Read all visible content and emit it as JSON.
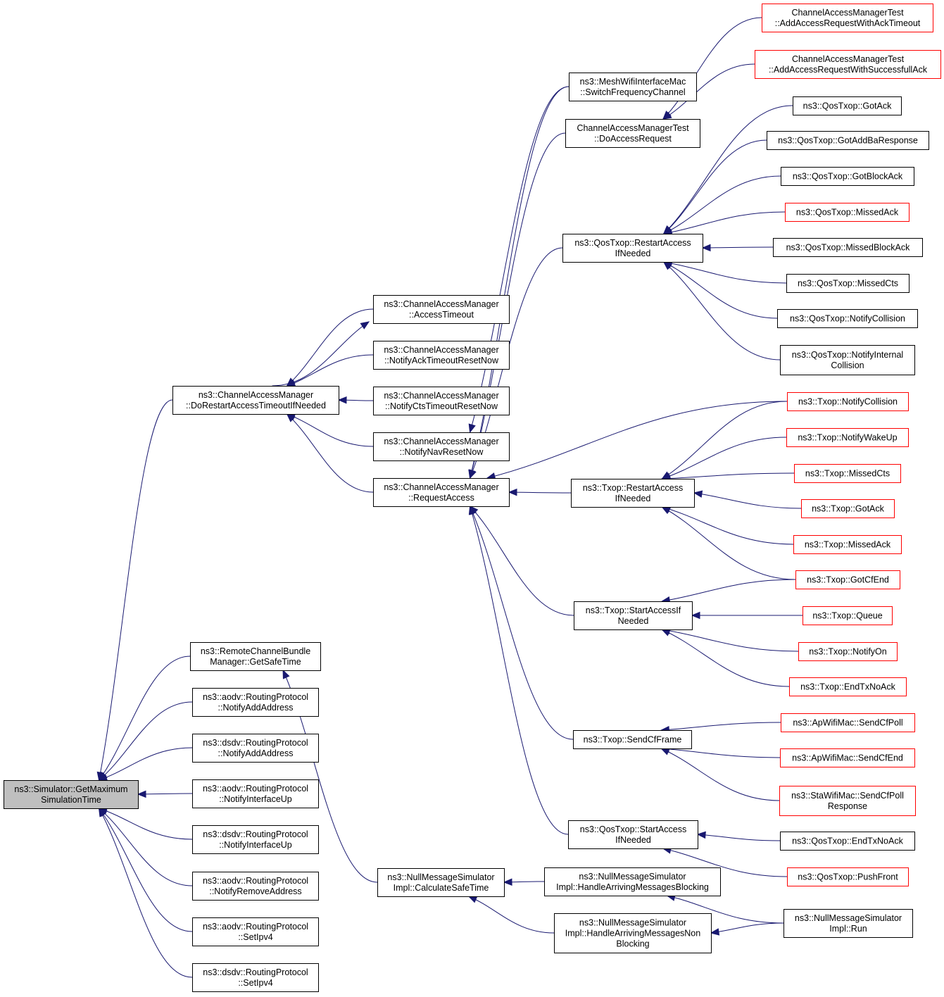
{
  "colors": {
    "edge": "#191970",
    "border": "#000000",
    "border_red": "#ff0000",
    "root_fill": "#bfbfbf",
    "background": "#ffffff"
  },
  "nodes": [
    {
      "id": "root",
      "label": [
        "ns3::Simulator::GetMaximum",
        "SimulationTime"
      ],
      "style": "root"
    },
    {
      "id": "cam_restart",
      "label": [
        "ns3::ChannelAccessManager",
        "::DoRestartAccessTimeoutIfNeeded"
      ],
      "style": "normal"
    },
    {
      "id": "remote_safe",
      "label": [
        "ns3::RemoteChannelBundle",
        "Manager::GetSafeTime"
      ],
      "style": "normal"
    },
    {
      "id": "aodv_add",
      "label": [
        "ns3::aodv::RoutingProtocol",
        "::NotifyAddAddress"
      ],
      "style": "normal"
    },
    {
      "id": "dsdv_add",
      "label": [
        "ns3::dsdv::RoutingProtocol",
        "::NotifyAddAddress"
      ],
      "style": "normal"
    },
    {
      "id": "aodv_up",
      "label": [
        "ns3::aodv::RoutingProtocol",
        "::NotifyInterfaceUp"
      ],
      "style": "normal"
    },
    {
      "id": "dsdv_up",
      "label": [
        "ns3::dsdv::RoutingProtocol",
        "::NotifyInterfaceUp"
      ],
      "style": "normal"
    },
    {
      "id": "aodv_remove",
      "label": [
        "ns3::aodv::RoutingProtocol",
        "::NotifyRemoveAddress"
      ],
      "style": "normal"
    },
    {
      "id": "aodv_ipv4",
      "label": [
        "ns3::aodv::RoutingProtocol",
        "::SetIpv4"
      ],
      "style": "normal"
    },
    {
      "id": "dsdv_ipv4",
      "label": [
        "ns3::dsdv::RoutingProtocol",
        "::SetIpv4"
      ],
      "style": "normal"
    },
    {
      "id": "cam_access_timeout",
      "label": [
        "ns3::ChannelAccessManager",
        "::AccessTimeout"
      ],
      "style": "normal"
    },
    {
      "id": "cam_ack_reset",
      "label": [
        "ns3::ChannelAccessManager",
        "::NotifyAckTimeoutResetNow"
      ],
      "style": "normal"
    },
    {
      "id": "cam_cts_reset",
      "label": [
        "ns3::ChannelAccessManager",
        "::NotifyCtsTimeoutResetNow"
      ],
      "style": "normal"
    },
    {
      "id": "cam_nav_reset",
      "label": [
        "ns3::ChannelAccessManager",
        "::NotifyNavResetNow"
      ],
      "style": "normal"
    },
    {
      "id": "cam_request",
      "label": [
        "ns3::ChannelAccessManager",
        "::RequestAccess"
      ],
      "style": "normal"
    },
    {
      "id": "nms_calc",
      "label": [
        "ns3::NullMessageSimulator",
        "Impl::CalculateSafeTime"
      ],
      "style": "normal"
    },
    {
      "id": "mesh_switch",
      "label": [
        "ns3::MeshWifiInterfaceMac",
        "::SwitchFrequencyChannel"
      ],
      "style": "normal"
    },
    {
      "id": "camt_do",
      "label": [
        "ChannelAccessManagerTest",
        "::DoAccessRequest"
      ],
      "style": "normal"
    },
    {
      "id": "qos_restart",
      "label": [
        "ns3::QosTxop::RestartAccess",
        "IfNeeded"
      ],
      "style": "normal"
    },
    {
      "id": "txop_restart",
      "label": [
        "ns3::Txop::RestartAccess",
        "IfNeeded"
      ],
      "style": "normal"
    },
    {
      "id": "txop_start",
      "label": [
        "ns3::Txop::StartAccessIf",
        "Needed"
      ],
      "style": "normal"
    },
    {
      "id": "txop_sendcf",
      "label": [
        "ns3::Txop::SendCfFrame"
      ],
      "style": "normal"
    },
    {
      "id": "qos_start",
      "label": [
        "ns3::QosTxop::StartAccess",
        "IfNeeded"
      ],
      "style": "normal"
    },
    {
      "id": "nms_block",
      "label": [
        "ns3::NullMessageSimulator",
        "Impl::HandleArrivingMessagesBlocking"
      ],
      "style": "normal"
    },
    {
      "id": "nms_nonblock",
      "label": [
        "ns3::NullMessageSimulator",
        "Impl::HandleArrivingMessagesNon",
        "Blocking"
      ],
      "style": "normal"
    },
    {
      "id": "camt_ack_timeout",
      "label": [
        "ChannelAccessManagerTest",
        "::AddAccessRequestWithAckTimeout"
      ],
      "style": "red"
    },
    {
      "id": "camt_success_ack",
      "label": [
        "ChannelAccessManagerTest",
        "::AddAccessRequestWithSuccessfullAck"
      ],
      "style": "red"
    },
    {
      "id": "qos_gotack",
      "label": [
        "ns3::QosTxop::GotAck"
      ],
      "style": "normal"
    },
    {
      "id": "qos_gotaddba",
      "label": [
        "ns3::QosTxop::GotAddBaResponse"
      ],
      "style": "normal"
    },
    {
      "id": "qos_gotblockack",
      "label": [
        "ns3::QosTxop::GotBlockAck"
      ],
      "style": "normal"
    },
    {
      "id": "qos_missedack",
      "label": [
        "ns3::QosTxop::MissedAck"
      ],
      "style": "red"
    },
    {
      "id": "qos_missedblockack",
      "label": [
        "ns3::QosTxop::MissedBlockAck"
      ],
      "style": "normal"
    },
    {
      "id": "qos_missedcts",
      "label": [
        "ns3::QosTxop::MissedCts"
      ],
      "style": "normal"
    },
    {
      "id": "qos_notifycollision",
      "label": [
        "ns3::QosTxop::NotifyCollision"
      ],
      "style": "normal"
    },
    {
      "id": "qos_notifyinternal",
      "label": [
        "ns3::QosTxop::NotifyInternal",
        "Collision"
      ],
      "style": "normal"
    },
    {
      "id": "txop_notifycollision",
      "label": [
        "ns3::Txop::NotifyCollision"
      ],
      "style": "red"
    },
    {
      "id": "txop_notifywakeup",
      "label": [
        "ns3::Txop::NotifyWakeUp"
      ],
      "style": "red"
    },
    {
      "id": "txop_missedcts",
      "label": [
        "ns3::Txop::MissedCts"
      ],
      "style": "red"
    },
    {
      "id": "txop_gotack",
      "label": [
        "ns3::Txop::GotAck"
      ],
      "style": "red"
    },
    {
      "id": "txop_missedack",
      "label": [
        "ns3::Txop::MissedAck"
      ],
      "style": "red"
    },
    {
      "id": "txop_gotcfend",
      "label": [
        "ns3::Txop::GotCfEnd"
      ],
      "style": "red"
    },
    {
      "id": "txop_queue",
      "label": [
        "ns3::Txop::Queue"
      ],
      "style": "red"
    },
    {
      "id": "txop_notifyon",
      "label": [
        "ns3::Txop::NotifyOn"
      ],
      "style": "red"
    },
    {
      "id": "txop_endtxnoack",
      "label": [
        "ns3::Txop::EndTxNoAck"
      ],
      "style": "red"
    },
    {
      "id": "ap_sendcfpoll",
      "label": [
        "ns3::ApWifiMac::SendCfPoll"
      ],
      "style": "red"
    },
    {
      "id": "ap_sendcfend",
      "label": [
        "ns3::ApWifiMac::SendCfEnd"
      ],
      "style": "red"
    },
    {
      "id": "sta_sendcfpoll",
      "label": [
        "ns3::StaWifiMac::SendCfPoll",
        "Response"
      ],
      "style": "red"
    },
    {
      "id": "qos_endtxnoack",
      "label": [
        "ns3::QosTxop::EndTxNoAck"
      ],
      "style": "normal"
    },
    {
      "id": "qos_pushfront",
      "label": [
        "ns3::QosTxop::PushFront"
      ],
      "style": "red"
    },
    {
      "id": "nms_run",
      "label": [
        "ns3::NullMessageSimulator",
        "Impl::Run"
      ],
      "style": "normal"
    }
  ],
  "edges": [
    [
      "cam_restart",
      "root"
    ],
    [
      "remote_safe",
      "root"
    ],
    [
      "aodv_add",
      "root"
    ],
    [
      "dsdv_add",
      "root"
    ],
    [
      "aodv_up",
      "root"
    ],
    [
      "dsdv_up",
      "root"
    ],
    [
      "aodv_remove",
      "root"
    ],
    [
      "aodv_ipv4",
      "root"
    ],
    [
      "dsdv_ipv4",
      "root"
    ],
    [
      "cam_access_timeout",
      "cam_restart"
    ],
    [
      "cam_ack_reset",
      "cam_restart"
    ],
    [
      "cam_cts_reset",
      "cam_restart"
    ],
    [
      "cam_nav_reset",
      "cam_restart"
    ],
    [
      "cam_request",
      "cam_restart"
    ],
    [
      "cam_restart",
      "cam_access_timeout"
    ],
    [
      "nms_calc",
      "remote_safe"
    ],
    [
      "mesh_switch",
      "cam_nav_reset"
    ],
    [
      "mesh_switch",
      "cam_request"
    ],
    [
      "camt_do",
      "cam_request"
    ],
    [
      "qos_restart",
      "cam_request"
    ],
    [
      "txop_restart",
      "cam_request"
    ],
    [
      "txop_start",
      "cam_request"
    ],
    [
      "txop_sendcf",
      "cam_request"
    ],
    [
      "qos_start",
      "cam_request"
    ],
    [
      "txop_notifycollision",
      "cam_request"
    ],
    [
      "nms_block",
      "nms_calc"
    ],
    [
      "nms_nonblock",
      "nms_calc"
    ],
    [
      "camt_ack_timeout",
      "camt_do"
    ],
    [
      "camt_success_ack",
      "camt_do"
    ],
    [
      "qos_gotack",
      "qos_restart"
    ],
    [
      "qos_gotaddba",
      "qos_restart"
    ],
    [
      "qos_gotblockack",
      "qos_restart"
    ],
    [
      "qos_missedack",
      "qos_restart"
    ],
    [
      "qos_missedblockack",
      "qos_restart"
    ],
    [
      "qos_missedcts",
      "qos_restart"
    ],
    [
      "qos_notifycollision",
      "qos_restart"
    ],
    [
      "qos_notifyinternal",
      "qos_restart"
    ],
    [
      "txop_notifycollision",
      "txop_restart"
    ],
    [
      "txop_notifywakeup",
      "txop_restart"
    ],
    [
      "txop_missedcts",
      "txop_restart"
    ],
    [
      "txop_gotack",
      "txop_restart"
    ],
    [
      "txop_missedack",
      "txop_restart"
    ],
    [
      "txop_gotcfend",
      "txop_restart"
    ],
    [
      "txop_gotcfend",
      "txop_start"
    ],
    [
      "txop_queue",
      "txop_start"
    ],
    [
      "txop_notifyon",
      "txop_start"
    ],
    [
      "txop_endtxnoack",
      "txop_start"
    ],
    [
      "ap_sendcfpoll",
      "txop_sendcf"
    ],
    [
      "ap_sendcfend",
      "txop_sendcf"
    ],
    [
      "sta_sendcfpoll",
      "txop_sendcf"
    ],
    [
      "qos_endtxnoack",
      "qos_start"
    ],
    [
      "qos_pushfront",
      "qos_start"
    ],
    [
      "nms_run",
      "nms_block"
    ],
    [
      "nms_run",
      "nms_nonblock"
    ]
  ]
}
